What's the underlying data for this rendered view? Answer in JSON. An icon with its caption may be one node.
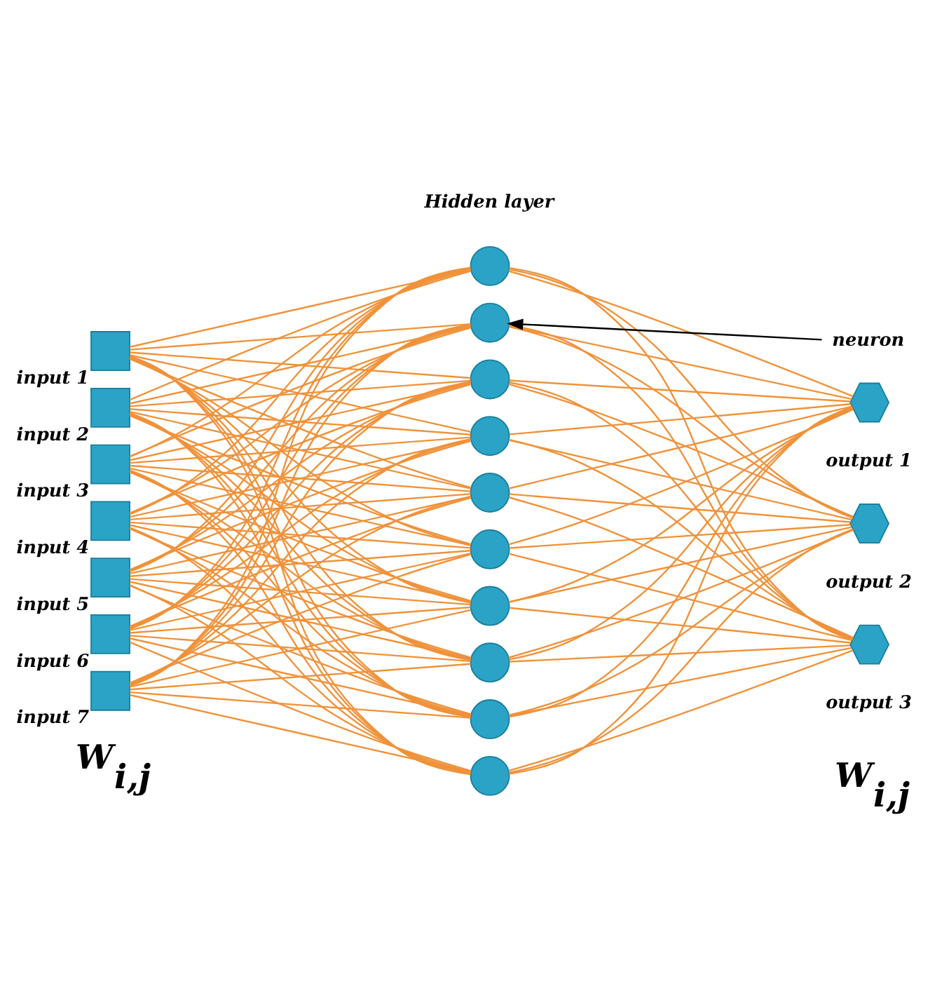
{
  "diagram": {
    "nodes": [
      {
        "text": [],
        "shape": "box",
        "beside": [
          "input 1"
        ]
      },
      {
        "text": [],
        "shape": "box",
        "beside": [
          "input 2"
        ]
      },
      {
        "text": [],
        "shape": "box",
        "beside": [
          "input 3"
        ]
      },
      {
        "text": [],
        "shape": "box",
        "beside": [
          "input 4"
        ]
      },
      {
        "text": [],
        "shape": "box",
        "beside": [
          "input 5"
        ]
      },
      {
        "text": [],
        "shape": "box",
        "beside": [
          "input 6"
        ]
      },
      {
        "text": [],
        "shape": "box",
        "beside": [
          "input 7"
        ]
      },
      {
        "text": [],
        "shape": "circle"
      },
      {
        "text": [],
        "shape": "circle"
      },
      {
        "text": [],
        "shape": "circle"
      },
      {
        "text": [],
        "shape": "circle"
      },
      {
        "text": [],
        "shape": "circle"
      },
      {
        "text": [],
        "shape": "circle"
      },
      {
        "text": [],
        "shape": "circle"
      },
      {
        "text": [],
        "shape": "circle"
      },
      {
        "text": [],
        "shape": "circle"
      },
      {
        "text": [],
        "shape": "circle"
      },
      {
        "text": [],
        "shape": "hexagon",
        "beside": [
          "output 1"
        ]
      },
      {
        "text": [],
        "shape": "hexagon",
        "beside": [
          "output 2"
        ]
      },
      {
        "text": [],
        "shape": "hexagon",
        "beside": [
          "output 3"
        ]
      },
      {
        "text": [
          "neuron"
        ]
      }
    ],
    "edges": [
      {
        "from": 0,
        "to": 7,
        "arrow": "none"
      },
      {
        "from": 0,
        "to": 8,
        "arrow": "none"
      },
      {
        "from": 0,
        "to": 9,
        "arrow": "none"
      },
      {
        "from": 0,
        "to": 10,
        "arrow": "none"
      },
      {
        "from": 0,
        "to": 11,
        "arrow": "none"
      },
      {
        "from": 0,
        "to": 12,
        "arrow": "none"
      },
      {
        "from": 0,
        "to": 13,
        "arrow": "none"
      },
      {
        "from": 0,
        "to": 14,
        "arrow": "none"
      },
      {
        "from": 0,
        "to": 15,
        "arrow": "none"
      },
      {
        "from": 0,
        "to": 16,
        "arrow": "none"
      },
      {
        "from": 1,
        "to": 7,
        "arrow": "none"
      },
      {
        "from": 1,
        "to": 8,
        "arrow": "none"
      },
      {
        "from": 1,
        "to": 9,
        "arrow": "none"
      },
      {
        "from": 1,
        "to": 10,
        "arrow": "none"
      },
      {
        "from": 1,
        "to": 11,
        "arrow": "none"
      },
      {
        "from": 1,
        "to": 12,
        "arrow": "none"
      },
      {
        "from": 1,
        "to": 13,
        "arrow": "none"
      },
      {
        "from": 1,
        "to": 14,
        "arrow": "none"
      },
      {
        "from": 1,
        "to": 15,
        "arrow": "none"
      },
      {
        "from": 1,
        "to": 16,
        "arrow": "none"
      },
      {
        "from": 2,
        "to": 7,
        "arrow": "none"
      },
      {
        "from": 2,
        "to": 8,
        "arrow": "none"
      },
      {
        "from": 2,
        "to": 9,
        "arrow": "none"
      },
      {
        "from": 2,
        "to": 10,
        "arrow": "none"
      },
      {
        "from": 2,
        "to": 11,
        "arrow": "none"
      },
      {
        "from": 2,
        "to": 12,
        "arrow": "none"
      },
      {
        "from": 2,
        "to": 13,
        "arrow": "none"
      },
      {
        "from": 2,
        "to": 14,
        "arrow": "none"
      },
      {
        "from": 2,
        "to": 15,
        "arrow": "none"
      },
      {
        "from": 2,
        "to": 16,
        "arrow": "none"
      },
      {
        "from": 3,
        "to": 7,
        "arrow": "none"
      },
      {
        "from": 3,
        "to": 8,
        "arrow": "none"
      },
      {
        "from": 3,
        "to": 9,
        "arrow": "none"
      },
      {
        "from": 3,
        "to": 10,
        "arrow": "none"
      },
      {
        "from": 3,
        "to": 11,
        "arrow": "none"
      },
      {
        "from": 3,
        "to": 12,
        "arrow": "none"
      },
      {
        "from": 3,
        "to": 13,
        "arrow": "none"
      },
      {
        "from": 3,
        "to": 14,
        "arrow": "none"
      },
      {
        "from": 3,
        "to": 15,
        "arrow": "none"
      },
      {
        "from": 3,
        "to": 16,
        "arrow": "none"
      },
      {
        "from": 4,
        "to": 7,
        "arrow": "none"
      },
      {
        "from": 4,
        "to": 8,
        "arrow": "none"
      },
      {
        "from": 4,
        "to": 9,
        "arrow": "none"
      },
      {
        "from": 4,
        "to": 10,
        "arrow": "none"
      },
      {
        "from": 4,
        "to": 11,
        "arrow": "none"
      },
      {
        "from": 4,
        "to": 12,
        "arrow": "none"
      },
      {
        "from": 4,
        "to": 13,
        "arrow": "none"
      },
      {
        "from": 4,
        "to": 14,
        "arrow": "none"
      },
      {
        "from": 4,
        "to": 15,
        "arrow": "none"
      },
      {
        "from": 4,
        "to": 16,
        "arrow": "none"
      },
      {
        "from": 5,
        "to": 7,
        "arrow": "none"
      },
      {
        "from": 5,
        "to": 8,
        "arrow": "none"
      },
      {
        "from": 5,
        "to": 9,
        "arrow": "none"
      },
      {
        "from": 5,
        "to": 10,
        "arrow": "none"
      },
      {
        "from": 5,
        "to": 11,
        "arrow": "none"
      },
      {
        "from": 5,
        "to": 12,
        "arrow": "none"
      },
      {
        "from": 5,
        "to": 13,
        "arrow": "none"
      },
      {
        "from": 5,
        "to": 14,
        "arrow": "none"
      },
      {
        "from": 5,
        "to": 15,
        "arrow": "none"
      },
      {
        "from": 5,
        "to": 16,
        "arrow": "none"
      },
      {
        "from": 6,
        "to": 7,
        "arrow": "none"
      },
      {
        "from": 6,
        "to": 8,
        "arrow": "none"
      },
      {
        "from": 6,
        "to": 9,
        "arrow": "none"
      },
      {
        "from": 6,
        "to": 10,
        "arrow": "none"
      },
      {
        "from": 6,
        "to": 11,
        "arrow": "none"
      },
      {
        "from": 6,
        "to": 12,
        "arrow": "none"
      },
      {
        "from": 6,
        "to": 13,
        "arrow": "none"
      },
      {
        "from": 6,
        "to": 14,
        "arrow": "none"
      },
      {
        "from": 6,
        "to": 15,
        "arrow": "none"
      },
      {
        "from": 6,
        "to": 16,
        "arrow": "none"
      },
      {
        "from": 7,
        "to": 17,
        "arrow": "none"
      },
      {
        "from": 7,
        "to": 18,
        "arrow": "none"
      },
      {
        "from": 7,
        "to": 19,
        "arrow": "none"
      },
      {
        "from": 8,
        "to": 17,
        "arrow": "none"
      },
      {
        "from": 8,
        "to": 18,
        "arrow": "none"
      },
      {
        "from": 8,
        "to": 19,
        "arrow": "none"
      },
      {
        "from": 9,
        "to": 17,
        "arrow": "none"
      },
      {
        "from": 9,
        "to": 18,
        "arrow": "none"
      },
      {
        "from": 9,
        "to": 19,
        "arrow": "none"
      },
      {
        "from": 10,
        "to": 17,
        "arrow": "none"
      },
      {
        "from": 10,
        "to": 18,
        "arrow": "none"
      },
      {
        "from": 10,
        "to": 19,
        "arrow": "none"
      },
      {
        "from": 11,
        "to": 17,
        "arrow": "none"
      },
      {
        "from": 11,
        "to": 18,
        "arrow": "none"
      },
      {
        "from": 11,
        "to": 19,
        "arrow": "none"
      },
      {
        "from": 12,
        "to": 17,
        "arrow": "none"
      },
      {
        "from": 12,
        "to": 18,
        "arrow": "none"
      },
      {
        "from": 12,
        "to": 19,
        "arrow": "none"
      },
      {
        "from": 13,
        "to": 17,
        "arrow": "none"
      },
      {
        "from": 13,
        "to": 18,
        "arrow": "none"
      },
      {
        "from": 13,
        "to": 19,
        "arrow": "none"
      },
      {
        "from": 14,
        "to": 17,
        "arrow": "none"
      },
      {
        "from": 14,
        "to": 18,
        "arrow": "none"
      },
      {
        "from": 14,
        "to": 19,
        "arrow": "none"
      },
      {
        "from": 15,
        "to": 17,
        "arrow": "none"
      },
      {
        "from": 15,
        "to": 18,
        "arrow": "none"
      },
      {
        "from": 15,
        "to": 19,
        "arrow": "none"
      },
      {
        "from": 16,
        "to": 17,
        "arrow": "none"
      },
      {
        "from": 16,
        "to": 18,
        "arrow": "none"
      },
      {
        "from": 16,
        "to": 19,
        "arrow": "none"
      },
      {
        "from": 20,
        "to": 8,
        "arrow": "to",
        "color": "#000000"
      }
    ],
    "labels": [
      "Hidden layer",
      "W$_{i,j}$",
      "W$_{i,j}$"
    ]
  }
}
